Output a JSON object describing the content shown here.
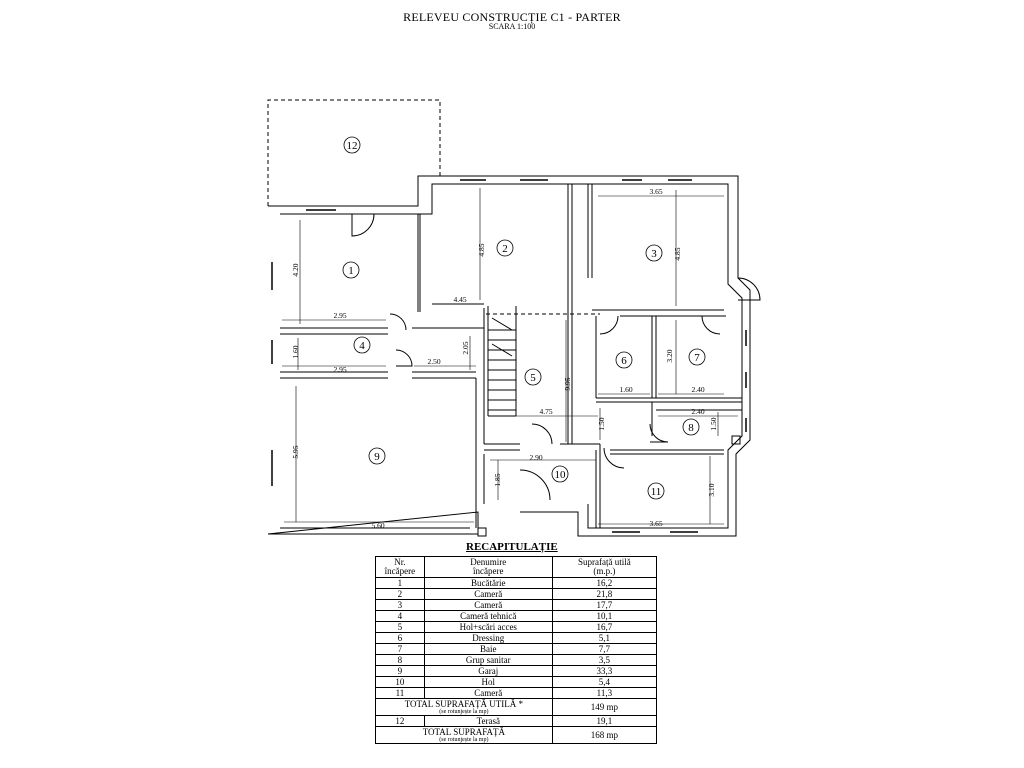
{
  "title": "RELEVEU CONSTRUCȚIE C1 - PARTER",
  "subtitle": "SCARA 1:100",
  "rooms": [
    {
      "number": "1"
    },
    {
      "number": "2"
    },
    {
      "number": "3"
    },
    {
      "number": "4"
    },
    {
      "number": "5"
    },
    {
      "number": "6"
    },
    {
      "number": "7"
    },
    {
      "number": "8"
    },
    {
      "number": "9"
    },
    {
      "number": "10"
    },
    {
      "number": "11"
    },
    {
      "number": "12"
    }
  ],
  "dimensions": [
    "2.95",
    "4.20",
    "4.85",
    "4.45",
    "3.65",
    "4.85",
    "2.95",
    "1.60",
    "2.50",
    "2.05",
    "1.60",
    "3.20",
    "2.40",
    "9.95",
    "4.75",
    "2.40",
    "1.50",
    "1.50",
    "5.95",
    "5.60",
    "2.90",
    "1.85",
    "3.10",
    "3.65"
  ],
  "recap": {
    "title": "RECAPITULAȚIE",
    "headers": {
      "nr": [
        "Nr.",
        "încăpere"
      ],
      "name": [
        "Denumire",
        "încăpere"
      ],
      "area": [
        "Suprafață utilă",
        "(m.p.)"
      ]
    },
    "rows": [
      {
        "nr": "1",
        "name": "Bucătărie",
        "area": "16,2"
      },
      {
        "nr": "2",
        "name": "Cameră",
        "area": "21,8"
      },
      {
        "nr": "3",
        "name": "Cameră",
        "area": "17,7"
      },
      {
        "nr": "4",
        "name": "Cameră tehnică",
        "area": "10,1"
      },
      {
        "nr": "5",
        "name": "Hol+scări acces",
        "area": "16,7"
      },
      {
        "nr": "6",
        "name": "Dressing",
        "area": "5,1"
      },
      {
        "nr": "7",
        "name": "Baie",
        "area": "7,7"
      },
      {
        "nr": "8",
        "name": "Grup sanitar",
        "area": "3,5"
      },
      {
        "nr": "9",
        "name": "Garaj",
        "area": "33,3"
      },
      {
        "nr": "10",
        "name": "Hol",
        "area": "5,4"
      },
      {
        "nr": "11",
        "name": "Cameră",
        "area": "11,3"
      }
    ],
    "total_util": {
      "label": "TOTAL SUPRAFAȚĂ UTILĂ *",
      "note": "(se rotunjește la mp)",
      "value": "149 mp"
    },
    "terrace": {
      "nr": "12",
      "name": "Terasă",
      "area": "19,1"
    },
    "total": {
      "label": "TOTAL SUPRAFAȚĂ",
      "note": "(se rotunjește la mp)",
      "value": "168 mp"
    }
  }
}
